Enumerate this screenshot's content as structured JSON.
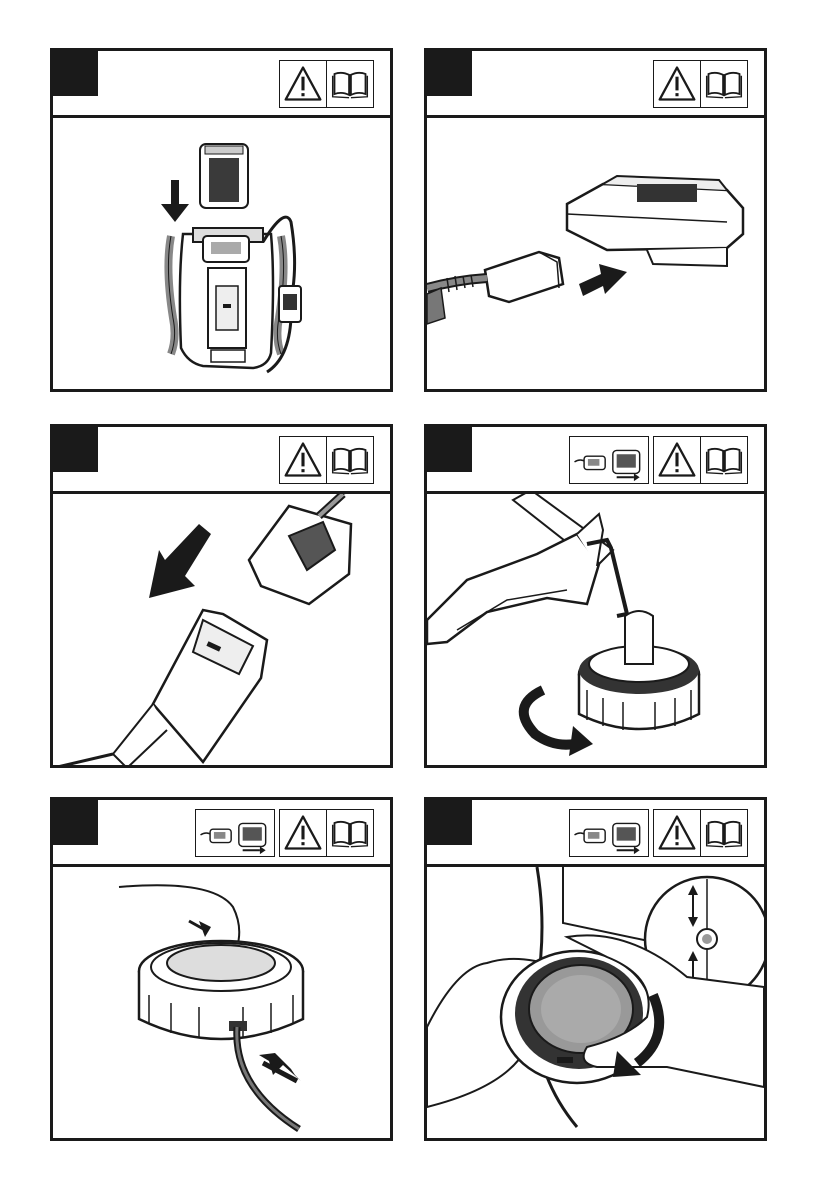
{
  "steps": [
    {
      "number": "",
      "warning_icon": "warning-triangle-icon",
      "manual_icon": "read-manual-book-icon",
      "illustration": "battery-backpack-insert"
    },
    {
      "number": "",
      "warning_icon": "warning-triangle-icon",
      "manual_icon": "read-manual-book-icon",
      "illustration": "cord-connect-battery"
    },
    {
      "number": "",
      "warning_icon": "warning-triangle-icon",
      "manual_icon": "read-manual-book-icon",
      "illustration": "disconnect-cord"
    },
    {
      "number": "",
      "disconnect_icon": "disconnect-power-icon",
      "warning_icon": "warning-triangle-icon",
      "manual_icon": "read-manual-book-icon",
      "illustration": "remove-trimmer-head"
    },
    {
      "number": "",
      "disconnect_icon": "disconnect-power-icon",
      "warning_icon": "warning-triangle-icon",
      "manual_icon": "read-manual-book-icon",
      "illustration": "thread-line-through-head"
    },
    {
      "number": "",
      "disconnect_icon": "disconnect-power-icon",
      "warning_icon": "warning-triangle-icon",
      "manual_icon": "read-manual-book-icon",
      "illustration": "wind-line-rotate-head"
    }
  ],
  "colors": {
    "ink": "#1a1a1a",
    "fill_gray": "#9a9a9a",
    "light_gray": "#d9d9d9",
    "paper": "#ffffff"
  }
}
